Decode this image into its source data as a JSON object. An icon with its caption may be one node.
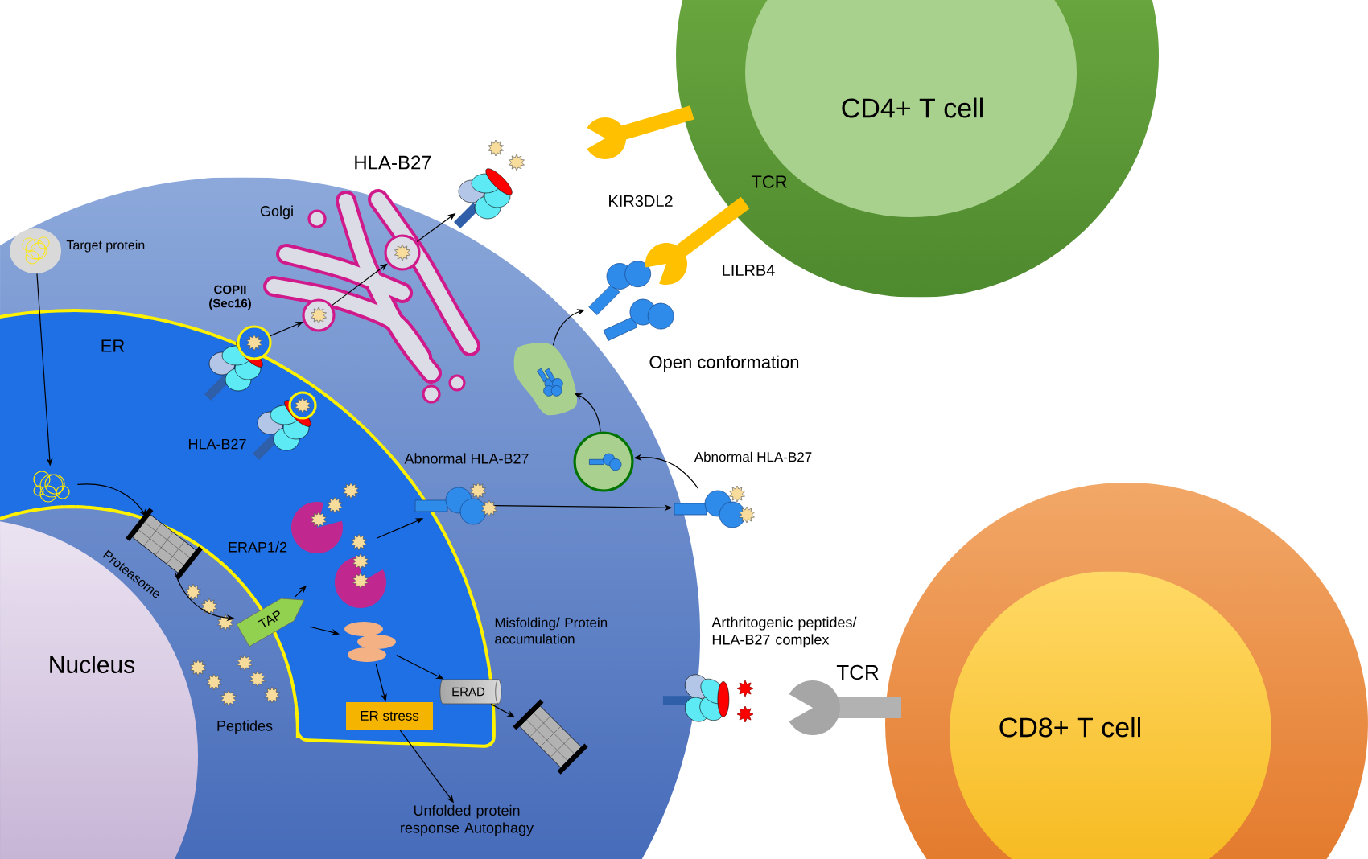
{
  "diagram": {
    "nodes": [
      {
        "text": [
          "Target protein"
        ]
      },
      {
        "text": [],
        "shape": "picture"
      },
      {
        "text": [
          "Proteasome"
        ]
      },
      {
        "text": [
          "TAP"
        ]
      },
      {
        "text": [
          "ERAP1/2"
        ]
      },
      {
        "text": [
          "Misfolding/ Protein accumulation"
        ]
      },
      {
        "text": [
          "ER stress"
        ]
      },
      {
        "text": [
          "Unfolded protein response Autophagy"
        ]
      },
      {
        "text": [
          "ERAD"
        ]
      },
      {
        "text": [],
        "shape": "picture"
      },
      {
        "text": [
          "COPII (Sec16)"
        ]
      },
      {
        "text": [],
        "shape": "circle"
      },
      {
        "text": [],
        "shape": "circle"
      },
      {
        "text": [
          "HLA-B27"
        ]
      },
      {
        "text": [
          "Abnormal HLA-B27"
        ]
      },
      {
        "text": [
          "Abnormal HLA-B27"
        ]
      },
      {
        "text": [],
        "shape": "circle"
      },
      {
        "text": [],
        "shape": "cloud"
      },
      {
        "text": [
          "Open conformation"
        ]
      },
      {
        "text": [
          "Nucleus"
        ]
      },
      {
        "text": [
          "CD4+ T cell"
        ]
      },
      {
        "text": [
          "CD8+ T cell"
        ]
      },
      {
        "text": [],
        "shape": "circle"
      }
    ],
    "edges": [
      {
        "from": 0,
        "to": 1,
        "arrow": "to"
      },
      {
        "from": 1,
        "to": 2,
        "arrow": "to"
      },
      {
        "from": 2,
        "to": 3,
        "arrow": "to"
      },
      {
        "from": 3,
        "to": 4,
        "arrow": "to"
      },
      {
        "from": 3,
        "to": 5,
        "arrow": "to"
      },
      {
        "from": 5,
        "to": 6,
        "arrow": "to"
      },
      {
        "from": 5,
        "to": 8,
        "arrow": "to"
      },
      {
        "from": 8,
        "to": 9,
        "arrow": "to"
      },
      {
        "from": 6,
        "to": 7,
        "arrow": "to"
      },
      {
        "from": 10,
        "to": 11,
        "arrow": "to"
      },
      {
        "from": 11,
        "to": 12,
        "arrow": "to"
      },
      {
        "from": 12,
        "to": 13,
        "arrow": "to"
      },
      {
        "from": 4,
        "to": 14,
        "arrow": "to"
      },
      {
        "from": 14,
        "to": 15,
        "arrow": "to"
      },
      {
        "from": 15,
        "to": 16,
        "arrow": "to"
      },
      {
        "from": 16,
        "to": 17,
        "arrow": "to"
      },
      {
        "from": 17,
        "to": 18,
        "arrow": "to"
      }
    ],
    "labels": [
      "TCR",
      "KIR3DL2",
      "Golgi",
      "LILRB4",
      "ER",
      "HLA-B27",
      "Arthritogenic peptides/ HLA-B27 complex",
      "TCR",
      "Peptides"
    ]
  }
}
